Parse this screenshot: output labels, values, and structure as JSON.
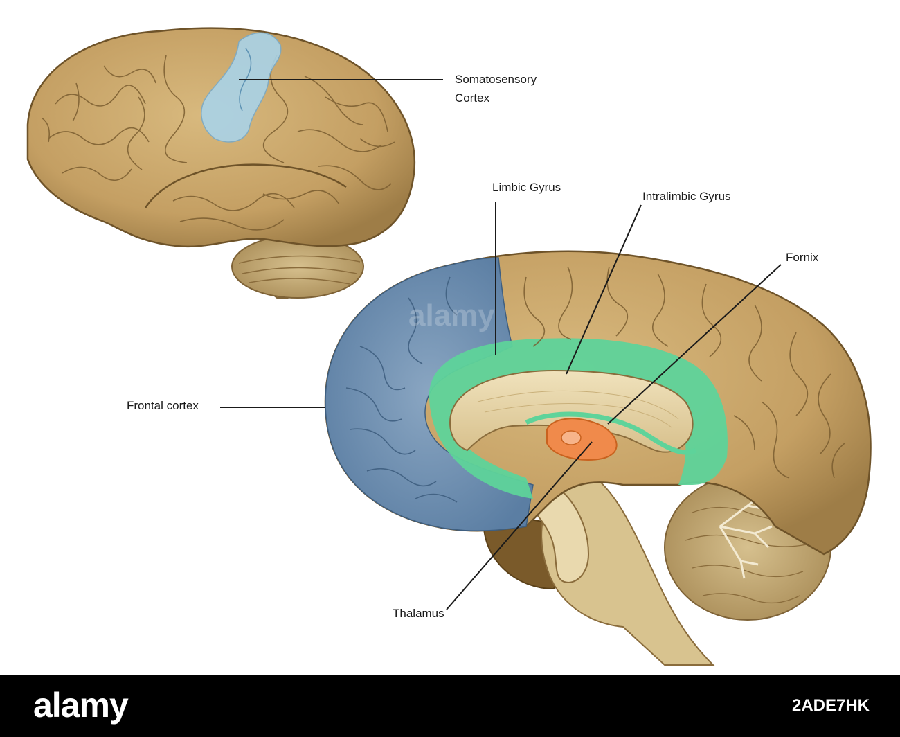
{
  "labels": {
    "somatosensory_line1": "Somatosensory",
    "somatosensory_line2": "Cortex",
    "limbic_gyrus": "Limbic Gyrus",
    "intralimbic_gyrus": "Intralimbic Gyrus",
    "fornix": "Fornix",
    "frontal_cortex": "Frontal cortex",
    "thalamus": "Thalamus"
  },
  "watermark": {
    "text": "alamy"
  },
  "footer": {
    "logo": "alamy",
    "image_id": "2ADE7HK"
  },
  "colors": {
    "cortex": "#c9a66b",
    "somatosensory": "#a9d3e8",
    "frontal": "#6f8fae",
    "limbic": "#5ed39a",
    "thalamus": "#f08a4b",
    "corpus_callosum": "#e8d6a8",
    "brainstem": "#8a6a3a",
    "leader_line": "#1a1a1a"
  }
}
